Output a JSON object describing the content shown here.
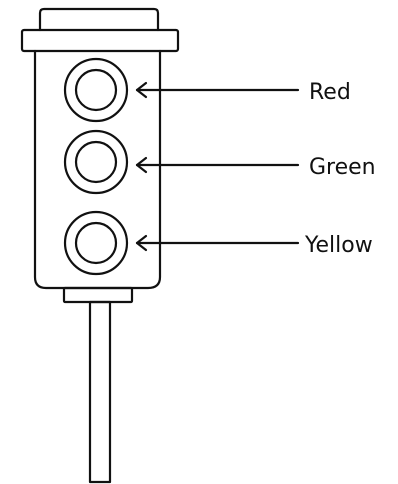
{
  "labels": {
    "top": "Red",
    "middle": "Green",
    "bottom": "Yellow"
  },
  "colors": {
    "stroke": "#111111",
    "background": "#ffffff"
  }
}
